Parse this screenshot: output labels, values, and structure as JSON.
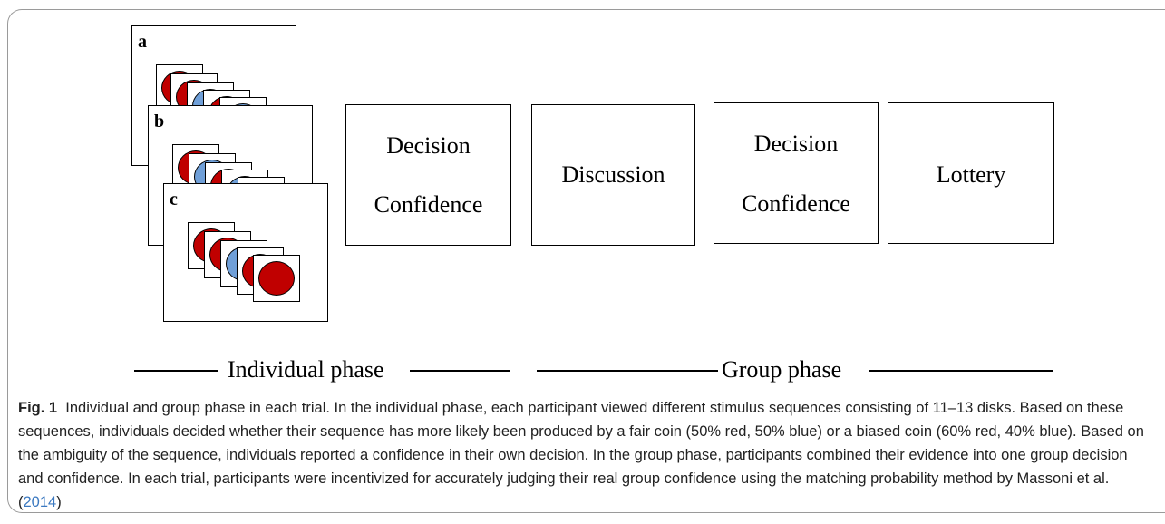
{
  "panels": {
    "a_label": "a",
    "b_label": "b",
    "c_label": "c",
    "sequence_colors": {
      "red": "#c00000",
      "blue": "#6f9fd8"
    }
  },
  "boxes": {
    "box1": {
      "line1": "Decision",
      "line2": "Confidence"
    },
    "box2": {
      "line1": "Discussion"
    },
    "box3": {
      "line1": "Decision",
      "line2": "Confidence"
    },
    "box4": {
      "line1": "Lottery"
    }
  },
  "phases": {
    "individual": "Individual phase",
    "group": "Group phase"
  },
  "caption": {
    "label": "Fig. 1",
    "text": "Individual and group phase in each trial. In the individual phase, each participant viewed different stimulus sequences consisting of 11–13 disks. Based on these sequences, individuals decided whether their sequence has more likely been produced by a fair coin (50% red, 50% blue) or a biased coin (60% red, 40% blue). Based on the ambiguity of the sequence, individuals reported a confidence in their own decision. In the group phase, participants combined their evidence into one group decision and confidence. In each trial, participants were incentivized for accurately judging their real group confidence using the matching probability method by Massoni et al. (",
    "ref_year": "2014",
    "text_end": ")"
  }
}
